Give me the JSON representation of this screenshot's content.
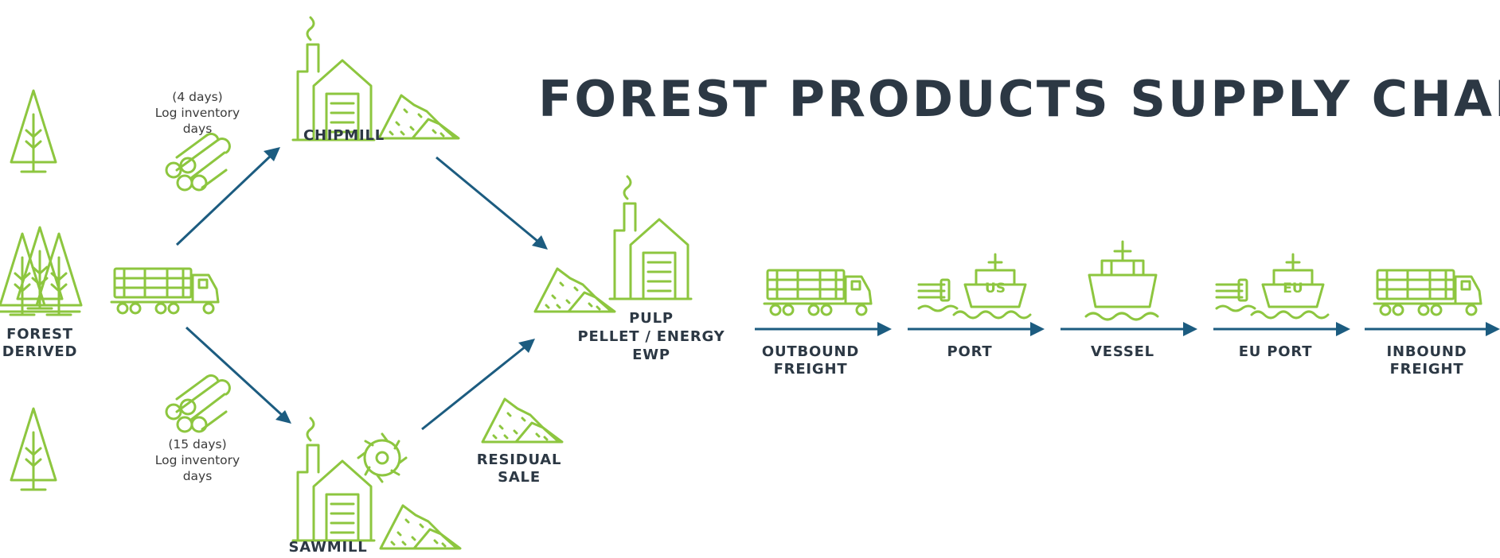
{
  "title": "FOREST PRODUCTS SUPPLY CHAIN",
  "forest": {
    "line1": "FOREST",
    "line2": "DERIVED"
  },
  "chipmill": {
    "label": "CHIPMILL",
    "note": [
      "(4 days)",
      "Log inventory",
      "days"
    ]
  },
  "sawmill": {
    "label": "SAWMILL",
    "note": [
      "(15 days)",
      "Log inventory",
      "days"
    ]
  },
  "pulp": {
    "line1": "PULP",
    "line2": "PELLET / ENERGY",
    "line3": "EWP"
  },
  "residual": {
    "line1": "RESIDUAL",
    "line2": "SALE"
  },
  "stages": [
    {
      "line1": "OUTBOUND",
      "line2": "FREIGHT"
    },
    {
      "line1": "PORT",
      "line2": "",
      "badge": "US"
    },
    {
      "line1": "VESSEL",
      "line2": ""
    },
    {
      "line1": "EU PORT",
      "line2": "",
      "badge": "EU"
    },
    {
      "line1": "INBOUND",
      "line2": "FREIGHT"
    }
  ],
  "colors": {
    "icon": "#8dc63f",
    "arrow": "#1c5c80",
    "text": "#2c3844"
  }
}
